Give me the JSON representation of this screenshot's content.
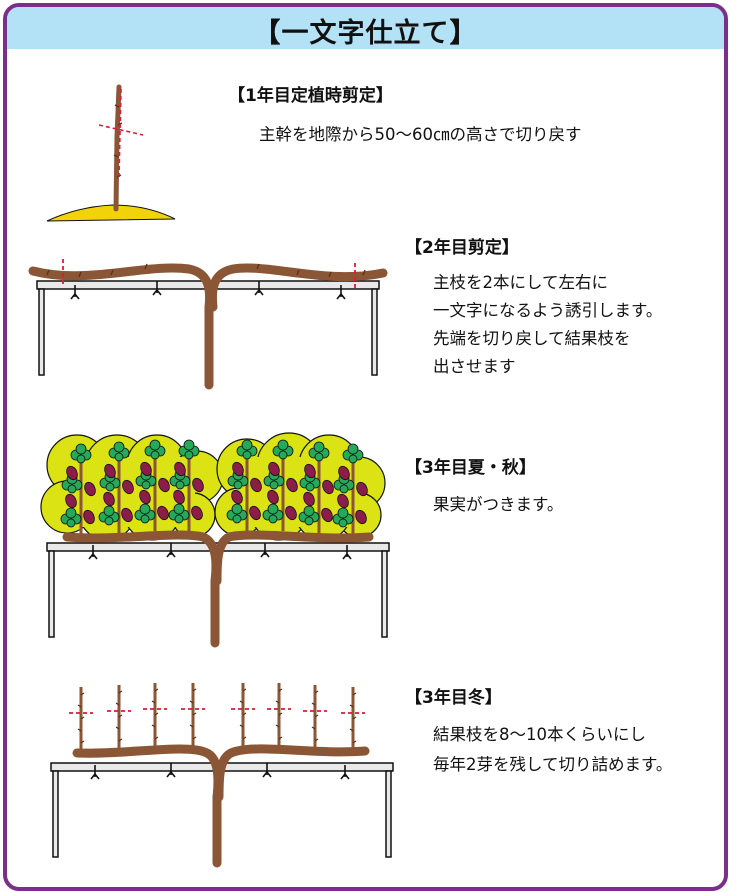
{
  "title": "【一文字仕立て】",
  "colors": {
    "frame": "#7b2f8a",
    "header": "#b3e1f6",
    "branch": "#8b5635",
    "shrub": "#dce314",
    "leaf": "#25a95b",
    "fruit": "#8c1c4a",
    "cut_line": "#e0183a",
    "soil": "#f2d30a",
    "trellis": "#e9e9e9"
  },
  "sections": [
    {
      "heading": "【1年目定植時剪定】",
      "lines": [
        "主幹を地際から50～60㎝の高さで切り戻す"
      ]
    },
    {
      "heading": "【2年目剪定】",
      "lines": [
        "主枝を2本にして左右に",
        "一文字になるよう誘引します。",
        "先端を切り戻して結果枝を",
        "出させます"
      ]
    },
    {
      "heading": "【3年目夏・秋】",
      "lines": [
        "果実がつきます。"
      ]
    },
    {
      "heading": "【3年目冬】",
      "lines": [
        "結果枝を8～10本くらいにし",
        "毎年2芽を残して切り詰めます。"
      ]
    }
  ]
}
